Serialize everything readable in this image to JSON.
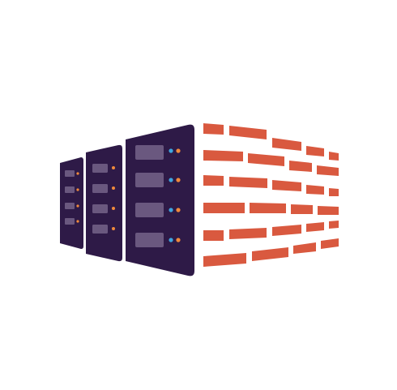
{
  "logo": {
    "subject": "server-racks-with-brick-firewall",
    "colors": {
      "server_body": "#2e1a47",
      "drive_bay": "#6a587f",
      "led_orange": "#f08a3c",
      "led_blue": "#3ea6e0",
      "brick": "#d9593f"
    },
    "server_racks": 3,
    "drive_bays_per_rack": [
      4,
      4,
      4
    ]
  }
}
